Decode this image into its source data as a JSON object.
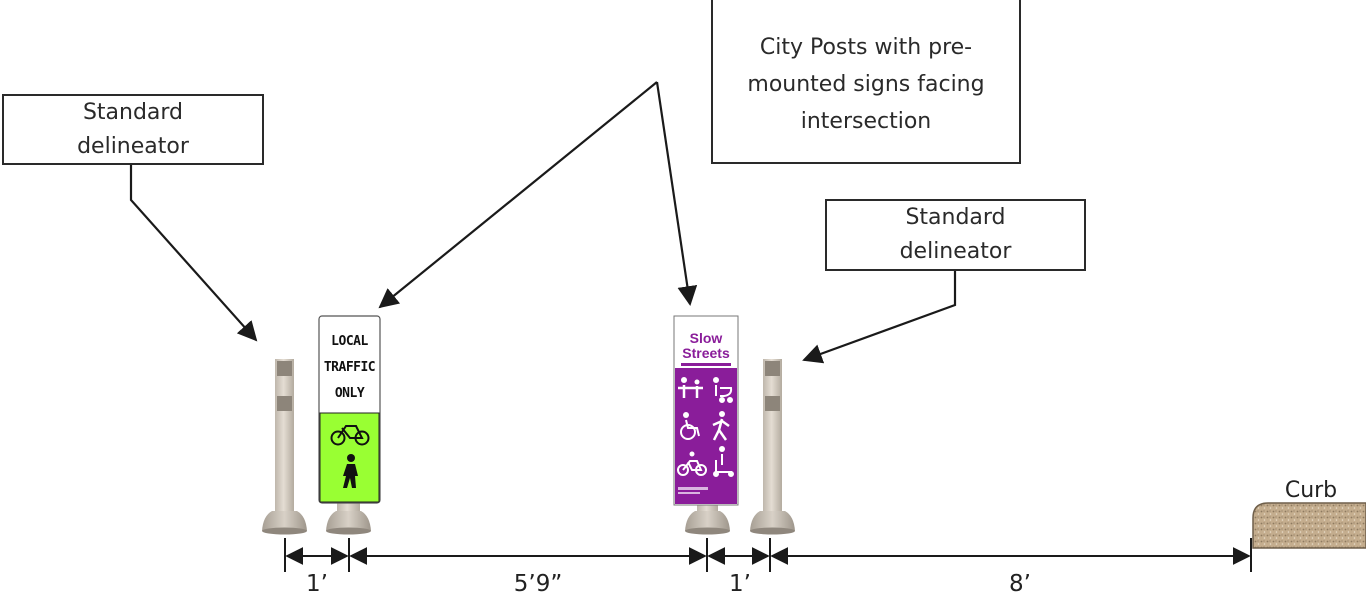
{
  "callouts": {
    "left_delineator": {
      "line1": "Standard",
      "line2": "delineator"
    },
    "city_posts": {
      "line1": "City Posts with pre-",
      "line2": "mounted signs facing",
      "line3": "intersection"
    },
    "right_delineator": {
      "line1": "Standard",
      "line2": "delineator"
    }
  },
  "signs": {
    "local_traffic": {
      "line1": "LOCAL",
      "line2": "TRAFFIC",
      "line3": "ONLY"
    },
    "slow_streets": {
      "line1": "Slow",
      "line2": "Streets"
    }
  },
  "curb": {
    "label": "Curb"
  },
  "dimensions": [
    "1’",
    "5’9”",
    "1’",
    "8’"
  ],
  "colors": {
    "sign_green": "#99ff33",
    "sign_purple": "#8a1d9a",
    "post_tan": "#d7d0c6",
    "curb_stone": "#c4ad8e",
    "line": "#1a1a1a"
  },
  "icons": {
    "local_traffic_sign": [
      "bicycle-icon",
      "pedestrian-icon"
    ],
    "slow_streets_sign": [
      "family-icon",
      "stroller-icon",
      "wheelchair-icon",
      "walking-icon",
      "bicycle-icon",
      "scooter-icon"
    ]
  }
}
